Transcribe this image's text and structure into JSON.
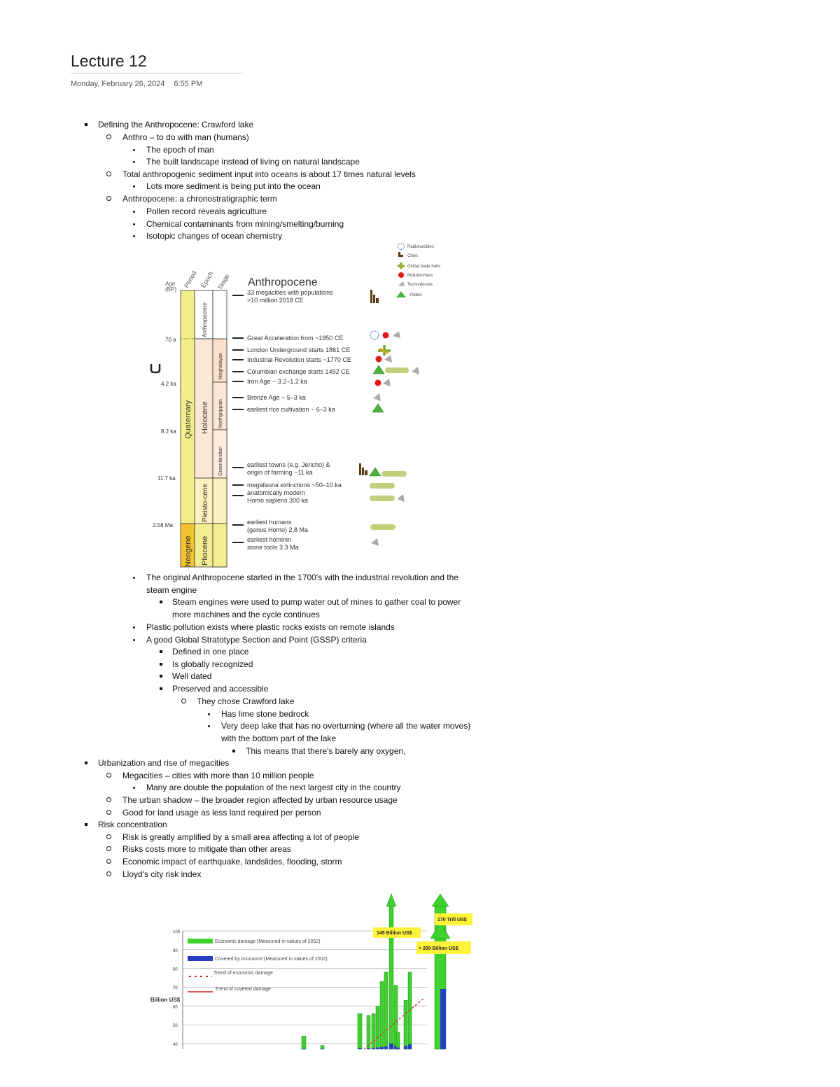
{
  "page": {
    "title": "Lecture 12",
    "date": "Monday, February 26, 2024",
    "time": "6:55 PM"
  },
  "notes": [
    {
      "text": "Defining the Anthropocene: Crawford lake",
      "bullet": "square"
    },
    {
      "text": "Anthro – to do with man (humans)",
      "bullet": "circle"
    },
    {
      "text": "The epoch of man",
      "bullet": "dot"
    },
    {
      "text": "The built landscape instead of living on natural landscape",
      "bullet": "dot"
    },
    {
      "text": "Total anthropogenic sediment input into oceans is about 17 times natural levels",
      "bullet": "circle"
    },
    {
      "text": "Lots more sediment is being put into the ocean",
      "bullet": "dot"
    },
    {
      "text": "Anthropocene: a chronostratigraphic term",
      "bullet": "circle"
    },
    {
      "text": "Pollen record reveals agriculture",
      "bullet": "dot"
    },
    {
      "text": "Chemical contaminants from mining/smelting/burning",
      "bullet": "dot"
    },
    {
      "text": "Isotopic changes of ocean chemistry",
      "bullet": "dot"
    },
    {
      "text": "The original Anthropocene started in the 1700's with the industrial revolution and the",
      "bullet": "dot"
    },
    {
      "text": "steam engine",
      "bullet": "none"
    },
    {
      "text": "Steam engines were used to pump water out of mines to gather coal to power",
      "bullet": "square"
    },
    {
      "text": "more machines and the cycle continues",
      "bullet": "none"
    },
    {
      "text": "Plastic pollution exists where plastic rocks exists on remote islands",
      "bullet": "dot"
    },
    {
      "text": "A good Global Stratotype Section and Point (GSSP) criteria",
      "bullet": "dot"
    },
    {
      "text": "Defined in one place",
      "bullet": "square"
    },
    {
      "text": "Is globally recognized",
      "bullet": "square"
    },
    {
      "text": "Well dated",
      "bullet": "square"
    },
    {
      "text": "Preserved and accessible",
      "bullet": "square"
    },
    {
      "text": "They chose Crawford lake",
      "bullet": "circle"
    },
    {
      "text": "Has lime stone bedrock",
      "bullet": "dot"
    },
    {
      "text": "Very deep lake that has no overturning (where all the water moves)",
      "bullet": "dot"
    },
    {
      "text": "with the bottom part of the lake",
      "bullet": "none"
    },
    {
      "text": "This means that there's barely any oxygen,",
      "bullet": "square"
    },
    {
      "text": "Urbanization and rise of megacities",
      "bullet": "square"
    },
    {
      "text": "Megacities – cities with more than 10 million people",
      "bullet": "circle"
    },
    {
      "text": "Many are double the population of the next largest city in the country",
      "bullet": "dot"
    },
    {
      "text": "The urban shadow – the broader region affected by urban resource usage",
      "bullet": "circle"
    },
    {
      "text": "Good for land usage as less land required per person",
      "bullet": "circle"
    },
    {
      "text": "Risk concentration",
      "bullet": "square"
    },
    {
      "text": "Risk is greatly amplified by a small area affecting a lot of people",
      "bullet": "circle"
    },
    {
      "text": "Risks costs more to mitigate than other areas",
      "bullet": "circle"
    },
    {
      "text": "Economic impact of earthquake, landslides, flooding, storm",
      "bullet": "circle"
    },
    {
      "text": "Lloyd's city risk index",
      "bullet": "circle"
    }
  ],
  "timeline_figure": {
    "title": "Anthropocene",
    "column_headers": [
      "Age (BP)",
      "Period",
      "Epoch",
      "Stage"
    ],
    "age_ticks": [
      "70 a",
      "4.2 ka",
      "8.2 ka",
      "11.7 ka",
      "2.58 Ma"
    ],
    "periods": [
      "Quaternary",
      "Neogene"
    ],
    "epochs": [
      "Anthropocene",
      "Holocene",
      "Pleisto-cene",
      "Pliocene"
    ],
    "stages": [
      "Meghalayan",
      "Northgrippian",
      "Greenlandian"
    ],
    "legend": [
      "Radionuclides",
      "Cities",
      "Global trade hubs",
      "Pollution/ores",
      "Technofossils",
      "Pollen"
    ],
    "events": [
      {
        "line1": "33 megacities with populations",
        "line2": ">10 million 2018 CE"
      },
      {
        "line1": "Great Acceleration from ~1950 CE",
        "line2": ""
      },
      {
        "line1": "London Underground starts 1861 CE",
        "line2": ""
      },
      {
        "line1": "Industrial Revolution starts ~1770 CE",
        "line2": ""
      },
      {
        "line1": "Columbian exchange starts 1492 CE",
        "line2": ""
      },
      {
        "line1": "Iron Age ~ 3.2–1.2 ka",
        "line2": ""
      },
      {
        "line1": "Bronze Age ~ 5–3 ka",
        "line2": ""
      },
      {
        "line1": "earliest rice cultivation ~ 6–3 ka",
        "line2": ""
      },
      {
        "line1": "earliest towns (e.g. Jericho) &",
        "line2": "origin of farming ~11 ka"
      },
      {
        "line1": "megafauna extinctions ~50–10 ka",
        "line2": ""
      },
      {
        "line1": "anatomically modern",
        "line2": "Homo sapiens 300 ka"
      },
      {
        "line1": "earliest humans",
        "line2": "(genus Homo) 2.8 Ma"
      },
      {
        "line1": "earliest hominin",
        "line2": "stone tools 3.3 Ma"
      }
    ]
  },
  "chart_data": {
    "type": "bar",
    "ylabel": "Billion US$",
    "yticks": [
      40,
      50,
      60,
      70,
      80,
      90,
      100
    ],
    "ylim": [
      37,
      100
    ],
    "legend": [
      "Economic damage (Measured in values of 2002)",
      "Covered by insurance (Measured in values of 2002)",
      "Trend of economic damage",
      "Trend of covered damage"
    ],
    "callouts": [
      "145 Billion US$",
      "> 200 Billion US$",
      "170 Trill US$"
    ],
    "colors": {
      "economic": "#3fd12e",
      "insured": "#2a3ec4",
      "trend": "#d62020",
      "callout": "#fff23a"
    },
    "series": [
      {
        "name": "Economic damage (Measured in values of 2002)",
        "values": [
          44,
          39,
          56,
          55,
          56,
          60,
          73,
          78,
          145,
          71,
          46,
          63,
          78,
          200
        ]
      },
      {
        "name": "Covered by insurance (Measured in values of 2002)",
        "values": [
          1,
          1,
          2,
          2,
          2,
          3,
          4,
          5,
          10,
          6,
          3,
          6,
          9,
          67
        ]
      }
    ]
  }
}
